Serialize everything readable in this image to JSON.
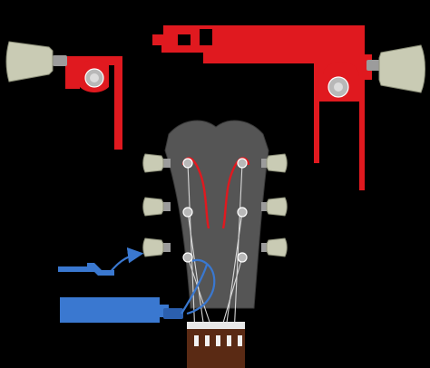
{
  "colors": {
    "background": "#000000",
    "headstock": "#555555",
    "headstock_edge": "#3a3a3a",
    "string_path_red": "#e0191f",
    "string_path_blue": "#3a78d0",
    "tuner_button": "#c9cbb4",
    "post": "#b8b8b8",
    "string": "#d8d8d8",
    "nut": "#e8e8e8",
    "fretboard": "#5a2a14",
    "fret_marker": "#f2f2f2"
  },
  "icons": {
    "tuner": "tuner-peg-icon",
    "post": "tuner-post-icon",
    "arrow": "curved-arrow-icon"
  },
  "diagram": {
    "tuners_per_side": 3,
    "strings": 6,
    "detail_callouts": [
      "red-left-detail",
      "red-right-detail",
      "blue-detail"
    ]
  }
}
